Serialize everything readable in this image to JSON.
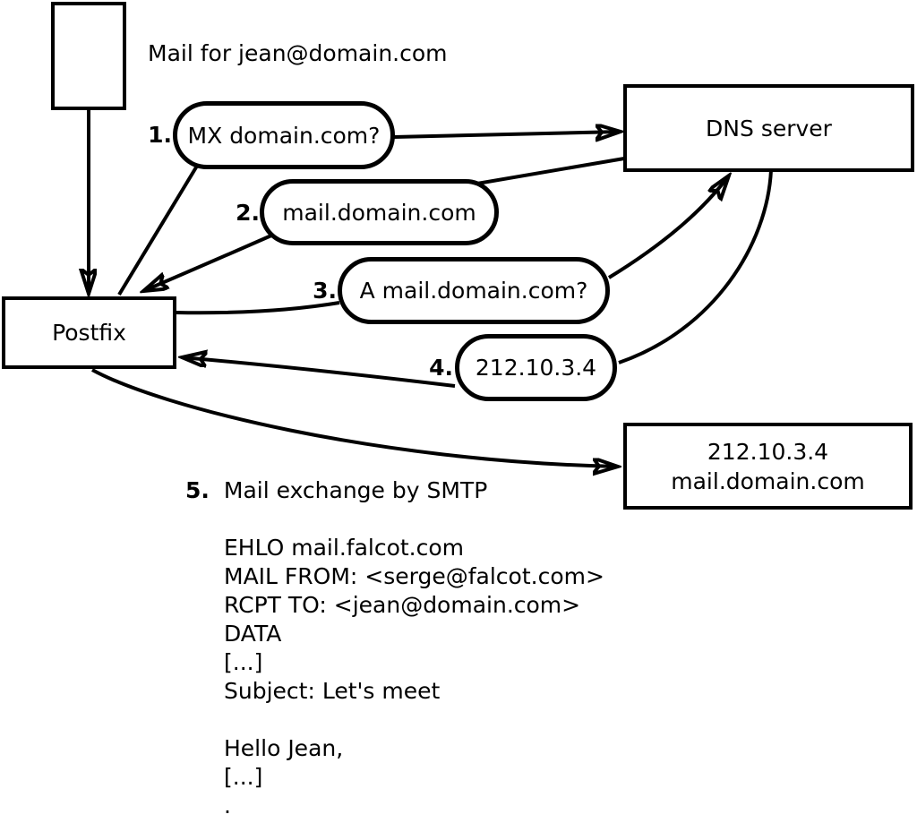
{
  "mail_note": {
    "label": "Mail for jean@domain.com"
  },
  "nodes": {
    "postfix": {
      "label": "Postfix"
    },
    "dns_server": {
      "label": "DNS server"
    },
    "mail_server": {
      "line1": "212.10.3.4",
      "line2": "mail.domain.com"
    }
  },
  "steps": {
    "step1": {
      "num": "1.",
      "label": "MX domain.com?"
    },
    "step2": {
      "num": "2.",
      "label": "mail.domain.com"
    },
    "step3": {
      "num": "3.",
      "label": "A mail.domain.com?"
    },
    "step4": {
      "num": "4.",
      "label": "212.10.3.4"
    },
    "step5": {
      "num": "5.",
      "label": "Mail exchange by SMTP"
    }
  },
  "smtp_session": {
    "lines": [
      "EHLO mail.falcot.com",
      "MAIL FROM: <serge@falcot.com>",
      "RCPT TO: <jean@domain.com>",
      "DATA",
      "[...]",
      "Subject: Let's meet",
      "",
      "Hello Jean,",
      "[...]",
      "."
    ]
  },
  "colors": {
    "line": "#000000",
    "background": "#ffffff"
  }
}
